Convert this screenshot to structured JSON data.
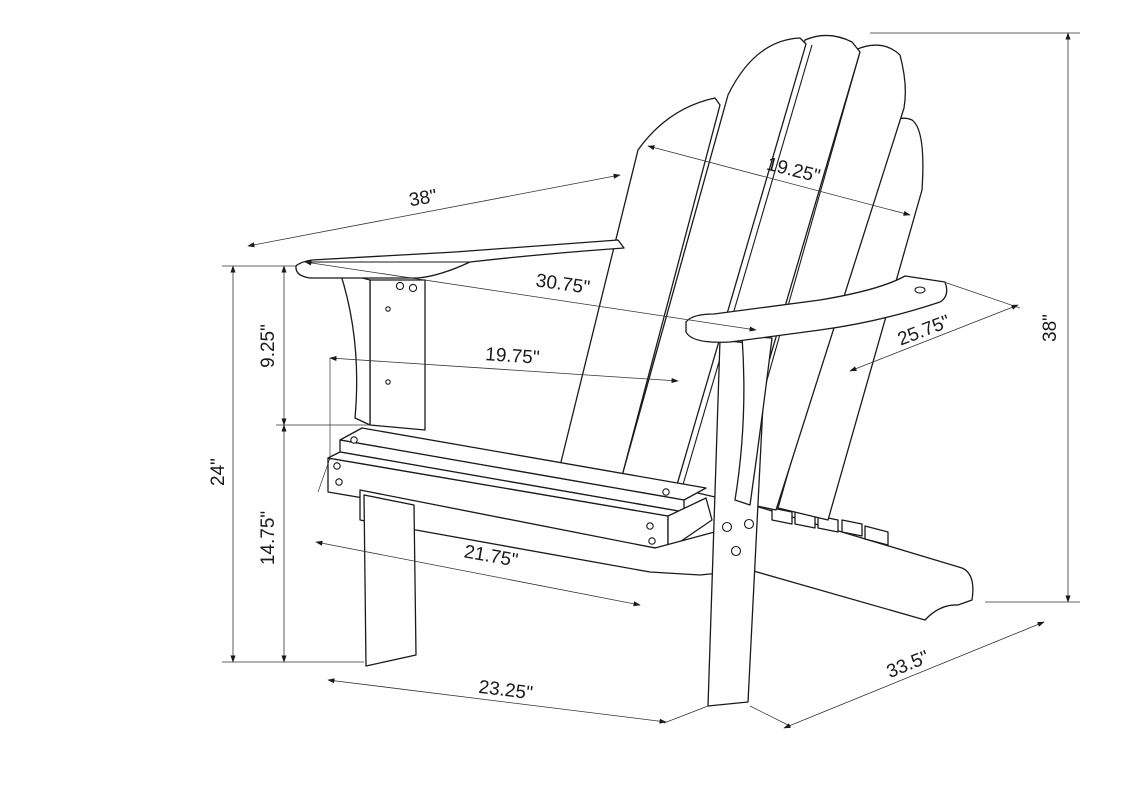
{
  "dimensions": {
    "overall_width": "38\"",
    "overall_height": "38\"",
    "arm_length": "30.75\"",
    "arm_front_width": "25.75\"",
    "back_width": "19.25\"",
    "seat_width": "19.75\"",
    "seat_front_width": "21.75\"",
    "front_width": "23.25\"",
    "depth": "33.5\"",
    "arm_height": "24\"",
    "arm_above_seat": "9.25\"",
    "seat_height": "14.75\""
  },
  "colors": {
    "line": "#1a1a1a",
    "background": "#ffffff"
  }
}
